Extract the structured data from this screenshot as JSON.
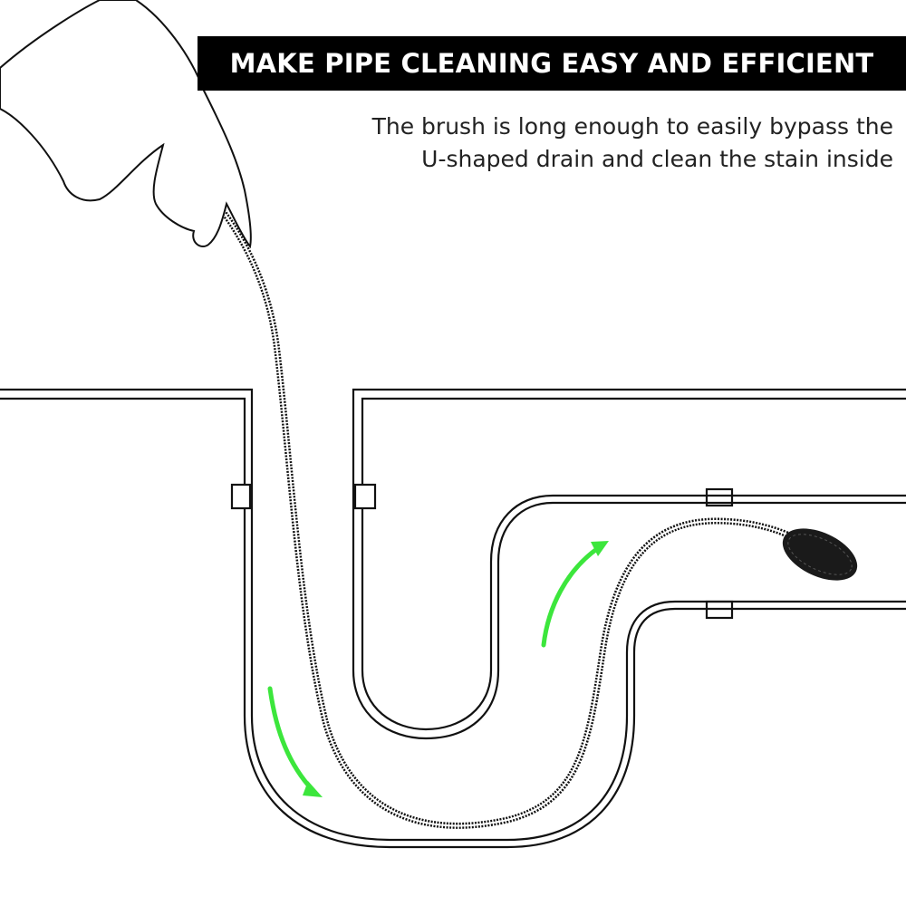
{
  "headline": "MAKE PIPE CLEANING EASY AND EFFICIENT",
  "description": {
    "line1": "The brush is long enough to easily bypass the",
    "line2": "U-shaped drain and clean the stain inside"
  },
  "colors": {
    "banner": "#000000",
    "arrow": "#3ce63c",
    "line": "#111111"
  },
  "icons": [
    "hand-icon",
    "drain-pipe-icon",
    "brush-icon",
    "arrow-icon"
  ]
}
